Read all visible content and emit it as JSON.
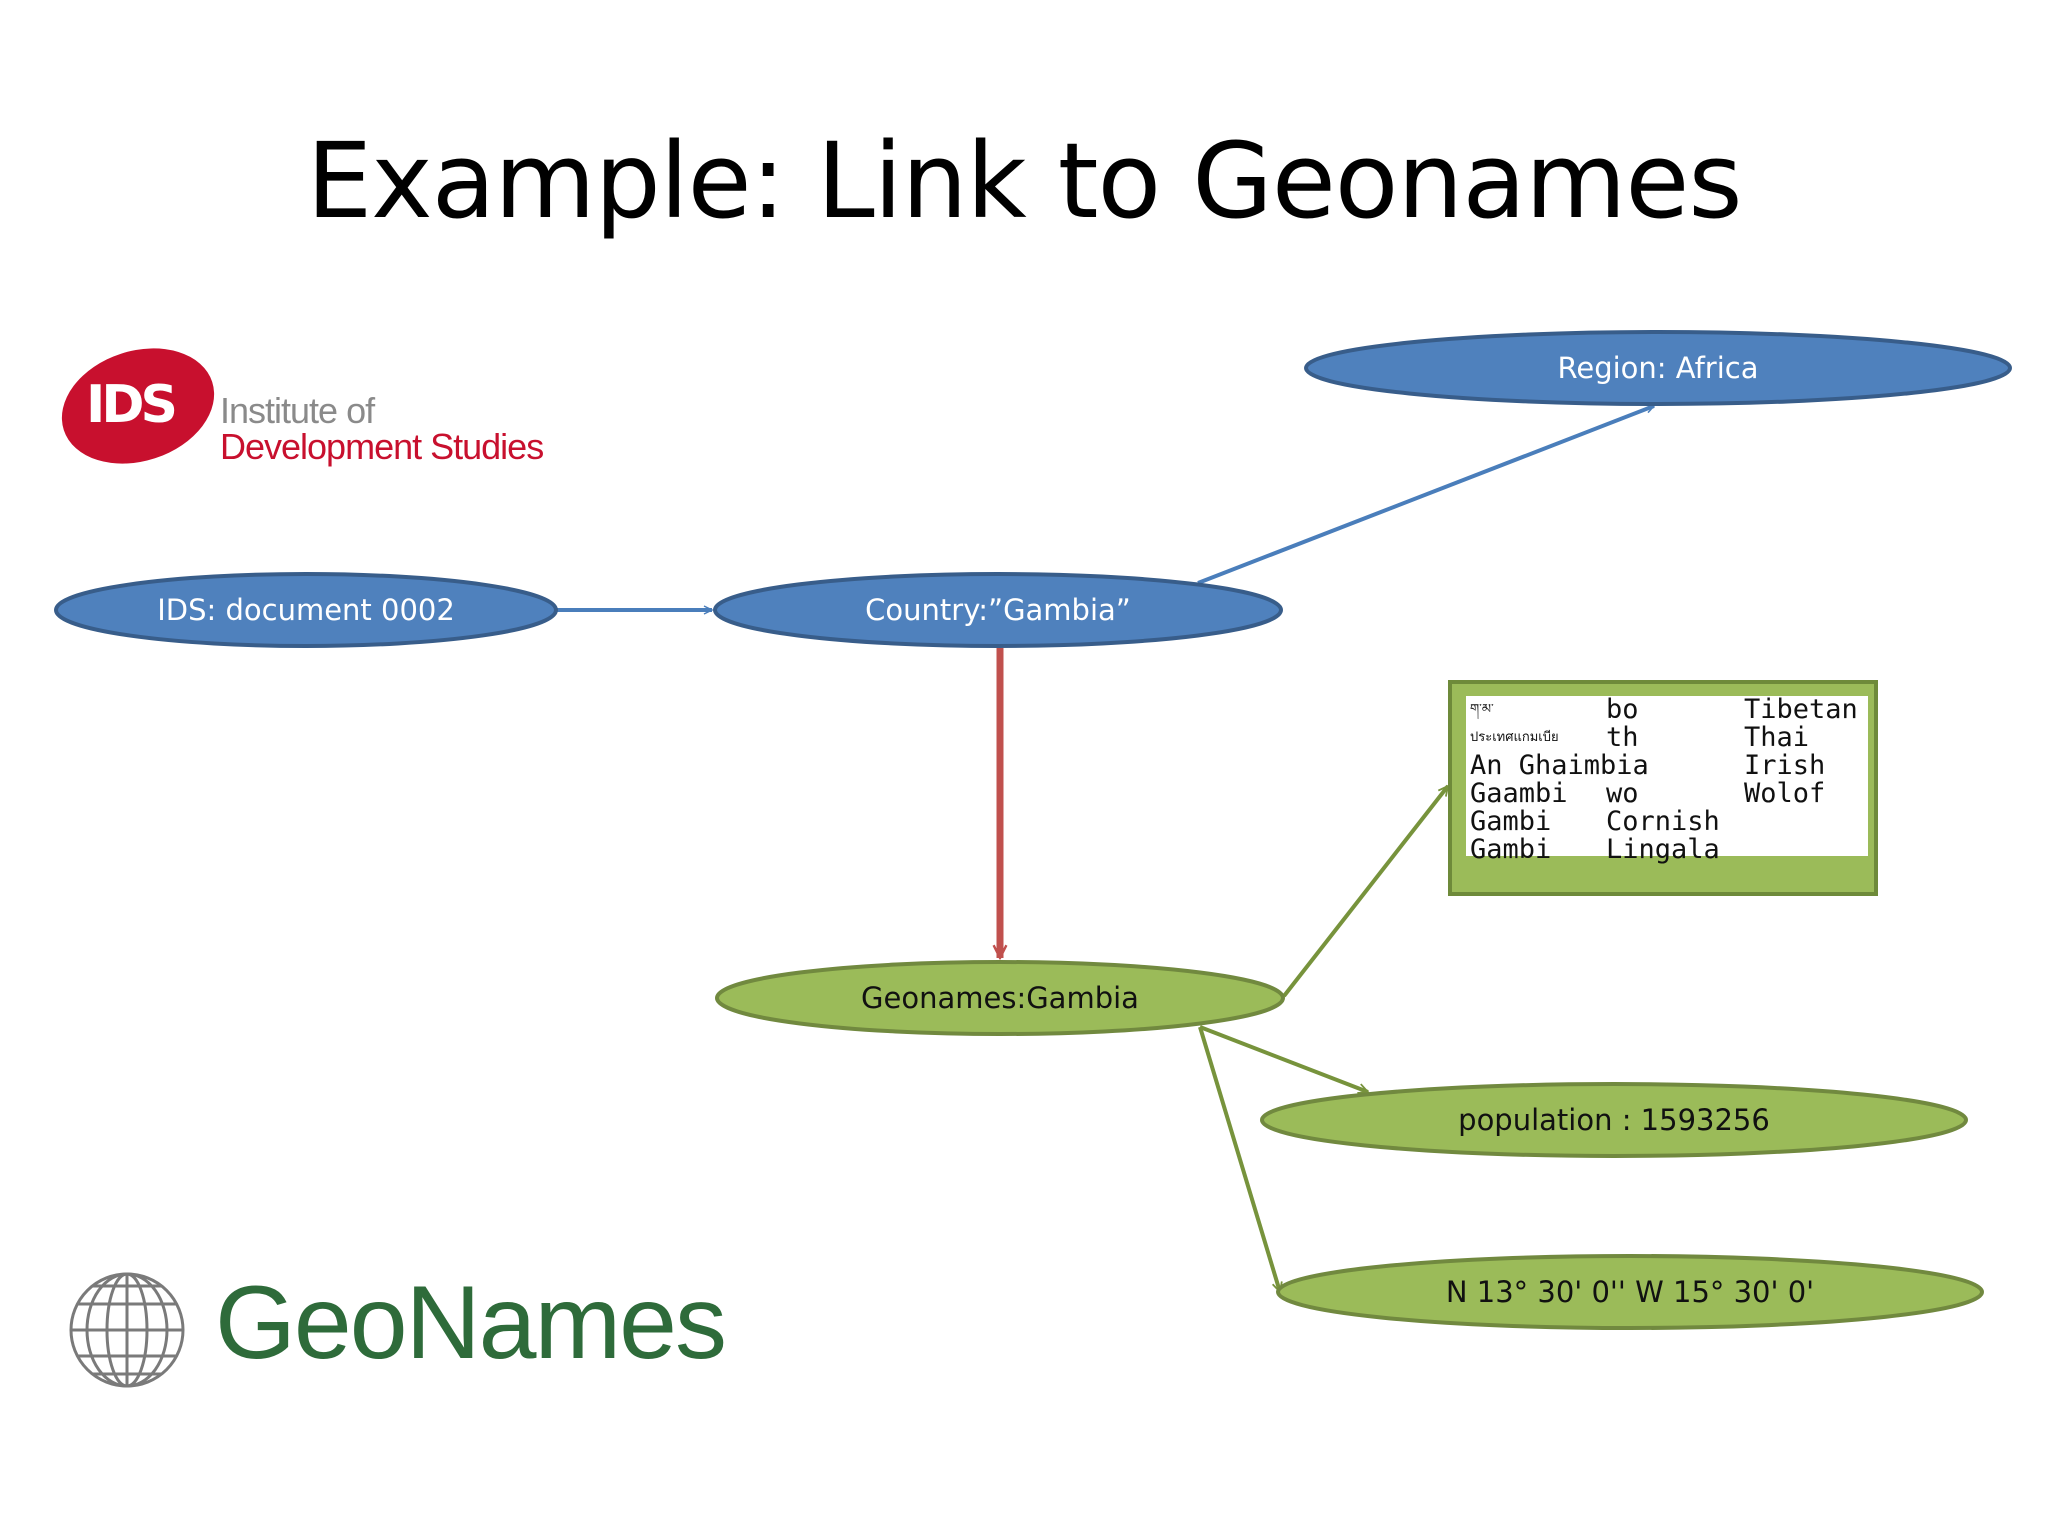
{
  "slide": {
    "title": "Example: Link to Geonames"
  },
  "nodes": {
    "ids_document": "IDS: document 0002",
    "country": "Country:”Gambia”",
    "region": "Region: Africa",
    "geonames": "Geonames:Gambia",
    "population": "population : 1593256",
    "coordinates": "N 13° 30' 0'' W 15° 30' 0'"
  },
  "colors": {
    "blue_node": "#4f81bd",
    "blue_edge": "#4a7ebb",
    "red_edge": "#c0504d",
    "green_node": "#9bbb59",
    "green_edge": "#77933c"
  },
  "logos": {
    "ids": {
      "mark": "IDS",
      "line1": "Institute of",
      "line2": "Development Studies"
    },
    "geonames": {
      "text": "GeoNames",
      "icon": "globe-icon"
    }
  },
  "languages": {
    "rows": [
      [
        "ག་མ་",
        "bo",
        "Tibetan"
      ],
      [
        "ประเทศแกมเบีย",
        "th",
        "Thai"
      ],
      [
        "An Ghaimbia",
        "",
        "Irish"
      ],
      [
        "Gaambi",
        "wo",
        "Wolof"
      ],
      [
        "Gambi",
        "Cornish",
        ""
      ],
      [
        "Gambi",
        "Lingala",
        ""
      ]
    ]
  }
}
